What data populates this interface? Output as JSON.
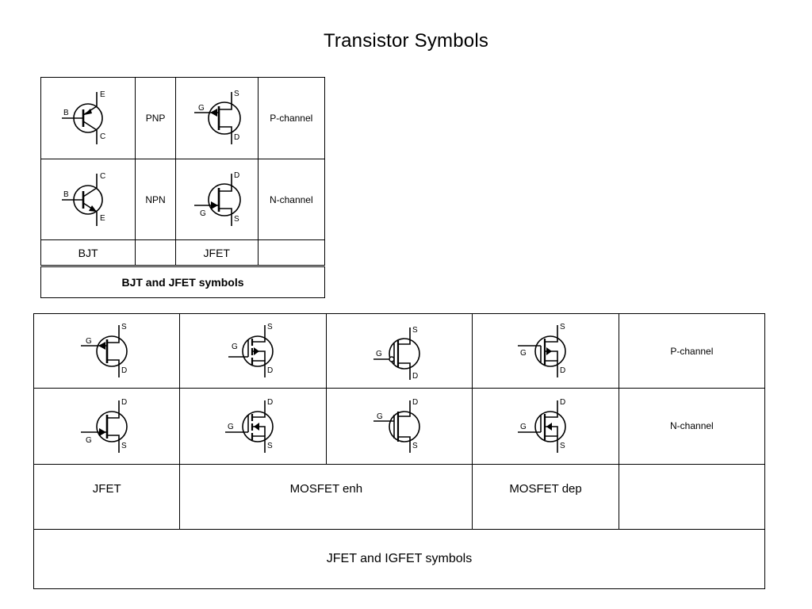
{
  "title": "Transistor  Symbols",
  "bjt_table": {
    "rows": [
      {
        "type": "PNP",
        "channel": "P-channel",
        "bjt_labels": {
          "b": "B",
          "e": "E",
          "c": "C"
        },
        "jfet_labels": {
          "g": "G",
          "s": "S",
          "d": "D"
        }
      },
      {
        "type": "NPN",
        "channel": "N-channel",
        "bjt_labels": {
          "b": "B",
          "c": "C",
          "e": "E"
        },
        "jfet_labels": {
          "g": "G",
          "d": "D",
          "s": "S"
        }
      }
    ],
    "footer": {
      "bjt": "BJT",
      "jfet": "JFET"
    },
    "caption": "BJT and JFET symbols"
  },
  "fet_table": {
    "rows": [
      {
        "channel": "P-channel",
        "top_pin": "S",
        "bottom_pin": "D",
        "gate": "G"
      },
      {
        "channel": "N-channel",
        "top_pin": "D",
        "bottom_pin": "S",
        "gate": "G"
      }
    ],
    "footer": {
      "jfet": "JFET",
      "mosfet_enh": "MOSFET enh",
      "mosfet_dep": "MOSFET dep"
    },
    "caption": "JFET and IGFET symbols"
  }
}
